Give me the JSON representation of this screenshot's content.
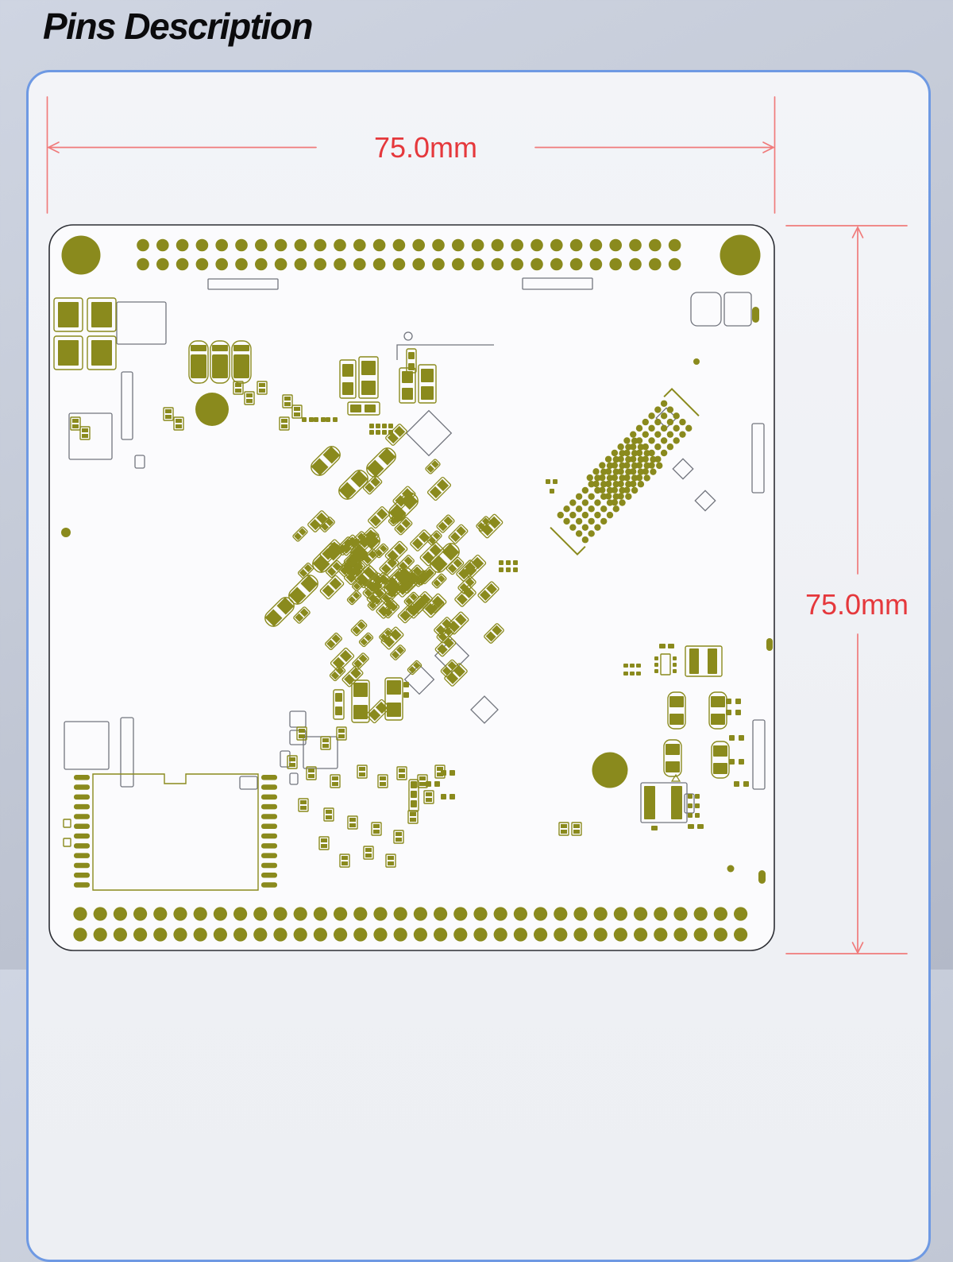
{
  "page": {
    "title": "Pins Description"
  },
  "dimensions": {
    "width_label": "75.0mm",
    "height_label": "75.0mm"
  },
  "colors": {
    "page_bg_top": "#cfd5e2",
    "page_bg_bottom": "#b3b9c8",
    "card_border": "#6e99e3",
    "card_bg": "#f1f3f7",
    "board_fill": "#fbfbfd",
    "board_outline": "#2c2e34",
    "pad_olive": "#8a8a1d",
    "silkscreen_gray": "#72757e",
    "dim_line_red": "#f07b7b",
    "dim_text_red": "#e5383c",
    "title_color": "#0b0b0d"
  },
  "board": {
    "top_pad_rows": {
      "rows": 2,
      "pads_per_row": 28
    },
    "bottom_pad_rows": {
      "rows": 2,
      "pads_per_row": 34
    },
    "mounting_holes": 4
  }
}
